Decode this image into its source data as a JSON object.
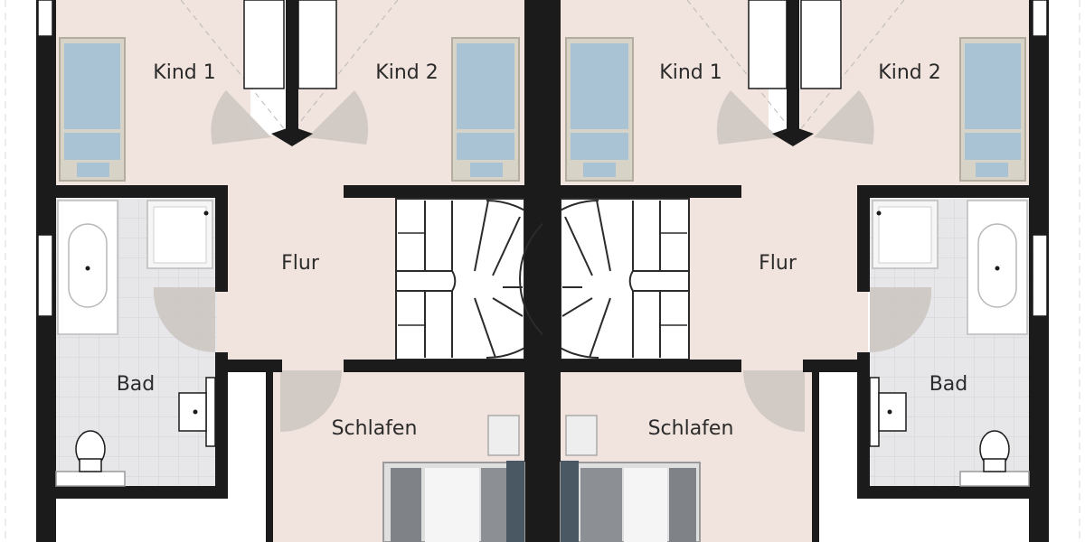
{
  "colors": {
    "room_fill": "#f1e3dd",
    "bath_fill": "#e6e6e8",
    "wall": "#1b1b1b",
    "door_swing": "#cdc6c2",
    "bed_blue": "#a9c2d4",
    "bed_frame": "#d4cfc3",
    "double_bed_grey": "#8c8f93",
    "double_bed_dark": "#4a5864",
    "stair_line": "#2b2b2b",
    "tile_line": "#d2d2d6"
  },
  "rooms": {
    "kind1_left": "Kind 1",
    "kind2_left": "Kind 2",
    "flur_left": "Flur",
    "bad_left": "Bad",
    "schlafen_left": "Schlafen",
    "kind1_right": "Kind 1",
    "kind2_right": "Kind 2",
    "flur_right": "Flur",
    "bad_right": "Bad",
    "schlafen_right": "Schlafen"
  },
  "icons": [
    "single-bed-icon",
    "double-bed-icon",
    "bathtub-icon",
    "shower-icon",
    "sink-icon",
    "toilet-icon",
    "staircase-icon",
    "door-swing-icon"
  ]
}
